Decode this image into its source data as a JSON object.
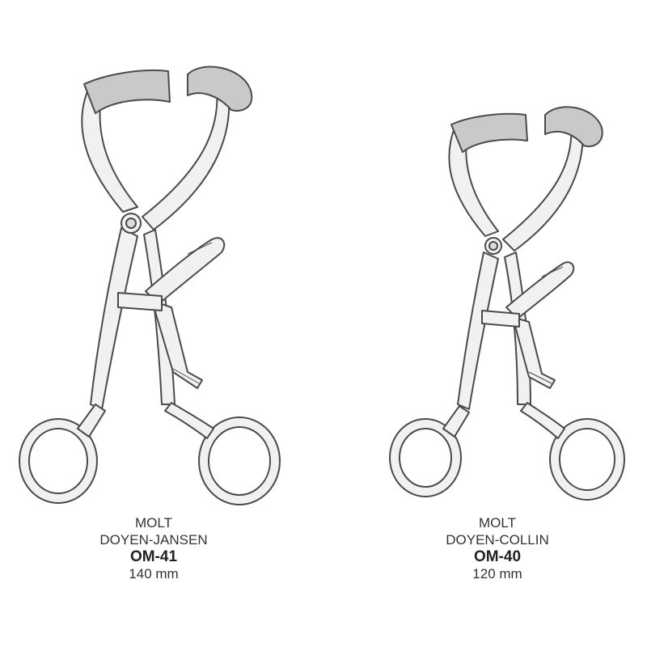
{
  "products": [
    {
      "line1": "MOLT",
      "line2": "DOYEN-JANSEN",
      "code": "OM-41",
      "size": "140 mm"
    },
    {
      "line1": "MOLT",
      "line2": "DOYEN-COLLIN",
      "code": "OM-40",
      "size": "120 mm"
    }
  ],
  "colors": {
    "metal": "#f1f1f1",
    "outline": "#4a4a4a",
    "pad": "#c9c9c9"
  }
}
